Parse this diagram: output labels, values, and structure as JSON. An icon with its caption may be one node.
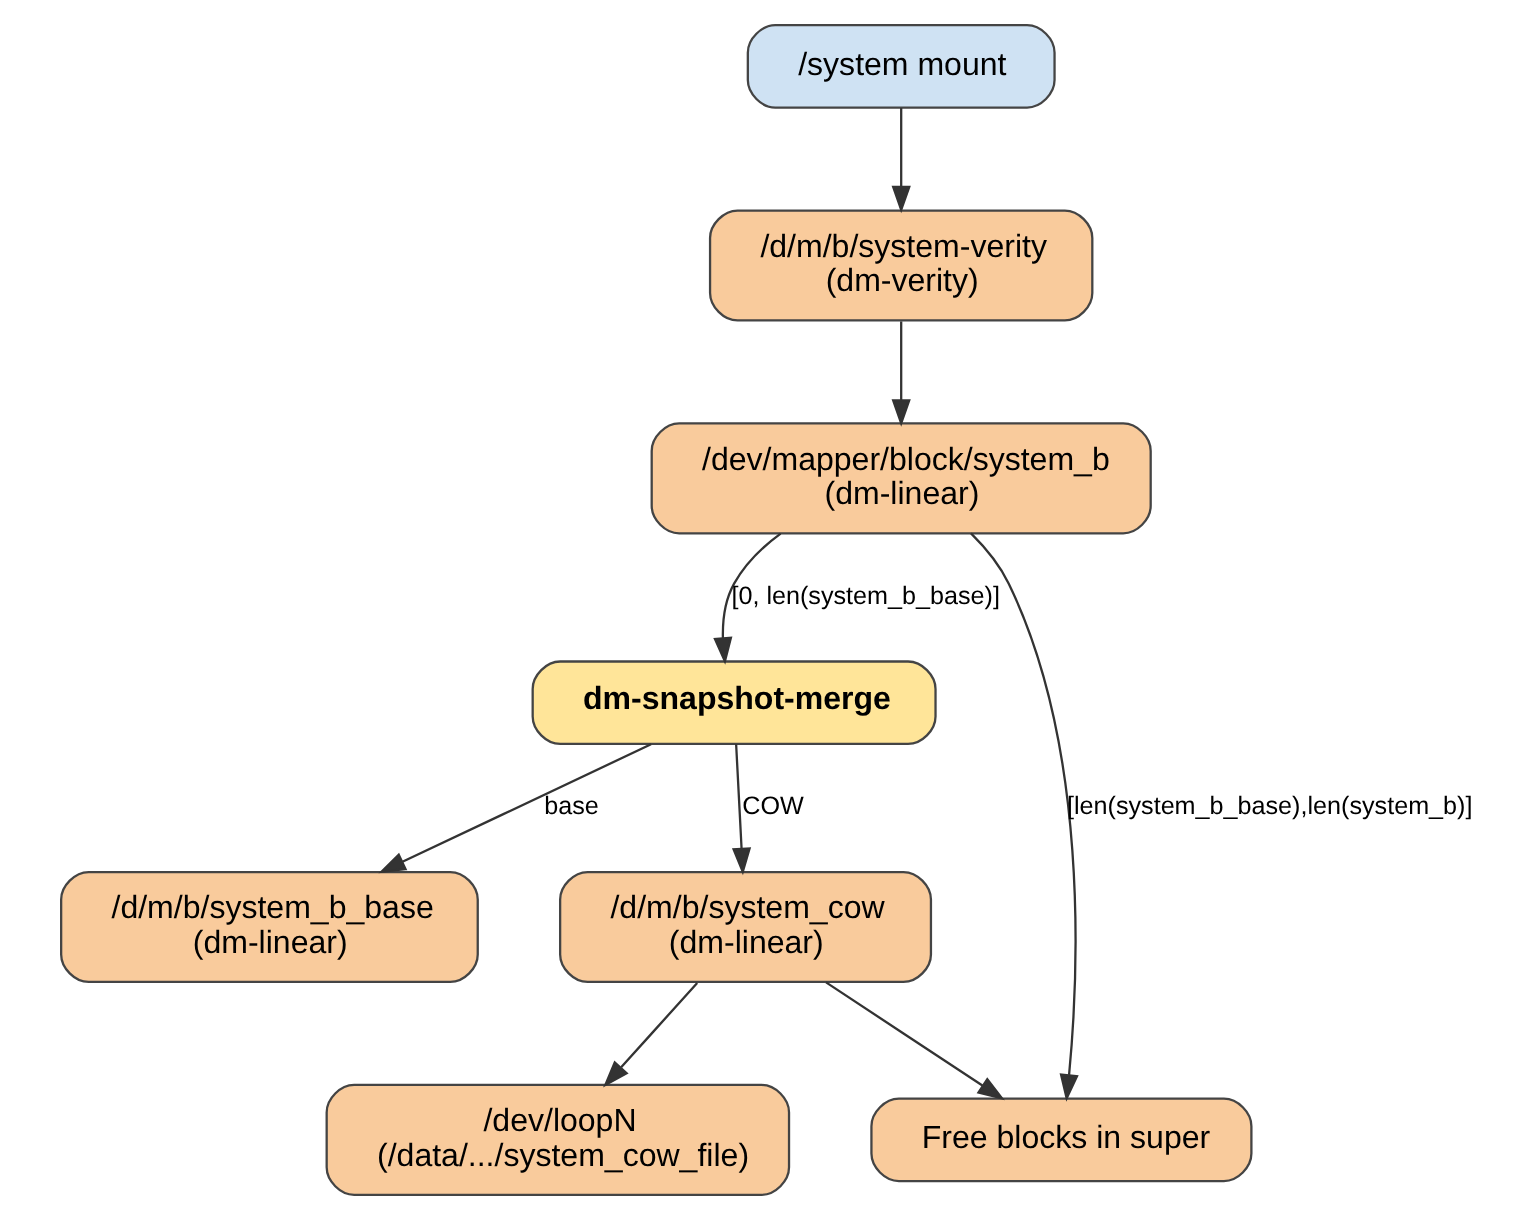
{
  "diagram": {
    "nodes": [
      {
        "text": [
          "/system mount"
        ]
      },
      {
        "text": [
          "/d/m/b/system-verity",
          "(dm-verity)"
        ]
      },
      {
        "text": [
          "/dev/mapper/block/system_b",
          "(dm-linear)"
        ]
      },
      {
        "text": [
          "dm-snapshot-merge"
        ]
      },
      {
        "text": [
          "/d/m/b/system_b_base",
          "(dm-linear)"
        ]
      },
      {
        "text": [
          "/d/m/b/system_cow",
          "(dm-linear)"
        ]
      },
      {
        "text": [
          "/dev/loopN",
          "(/data/.../system_cow_file)"
        ]
      },
      {
        "text": [
          "Free blocks in super"
        ]
      }
    ],
    "edges": [
      {
        "from": 0,
        "to": 1,
        "arrow": "to"
      },
      {
        "from": 1,
        "to": 2,
        "arrow": "to"
      },
      {
        "from": 2,
        "to": 3,
        "arrow": "to",
        "label": "[0, len(system_b_base)]"
      },
      {
        "from": 2,
        "to": 7,
        "arrow": "to",
        "label": "[len(system_b_base),len(system_b)]"
      },
      {
        "from": 3,
        "to": 4,
        "arrow": "to",
        "label": "base"
      },
      {
        "from": 3,
        "to": 5,
        "arrow": "to",
        "label": "COW"
      },
      {
        "from": 5,
        "to": 6,
        "arrow": "to"
      },
      {
        "from": 5,
        "to": 7,
        "arrow": "to"
      }
    ]
  }
}
